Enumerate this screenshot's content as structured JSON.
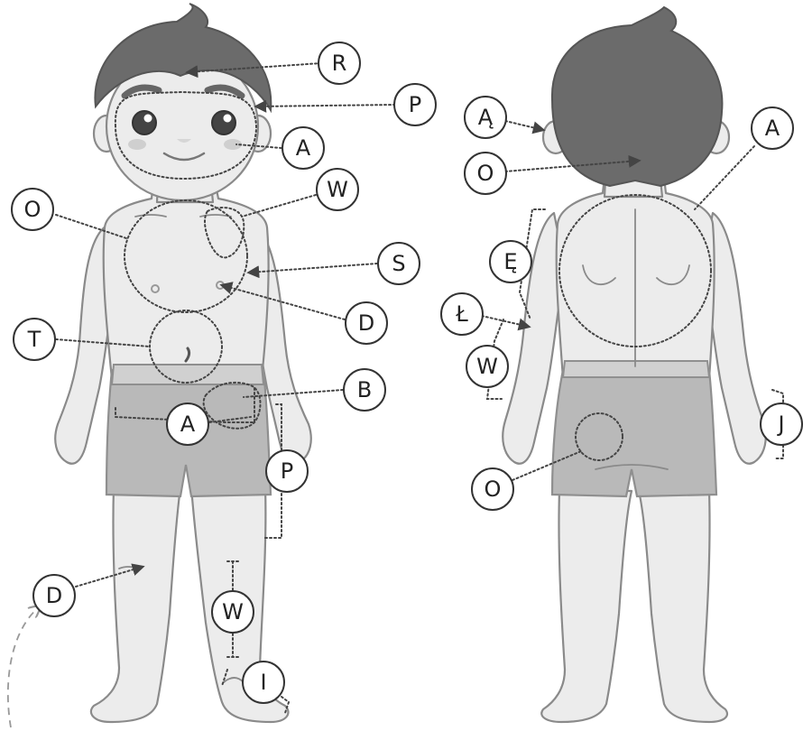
{
  "front_labels": {
    "R": "R",
    "P_eyebrow": "P",
    "A_cheek": "A",
    "W": "W",
    "O": "O",
    "S": "S",
    "D_nipple": "D",
    "T": "T",
    "B": "B",
    "A_hip": "A",
    "P_side": "P",
    "D_knee": "D",
    "W_shin": "W",
    "I": "I"
  },
  "back_labels": {
    "A_ogonek": "Ą",
    "O_head": "O",
    "A_back": "A",
    "E_ogonek": "Ę",
    "L_stroke": "Ł",
    "W_arm": "W",
    "J": "J",
    "O_bottom": "O"
  },
  "colors": {
    "skin": "#ececec",
    "hair": "#6b6b6b",
    "shorts": "#b9b9b9",
    "outline": "#8a8a8a",
    "pointer": "#444444"
  }
}
